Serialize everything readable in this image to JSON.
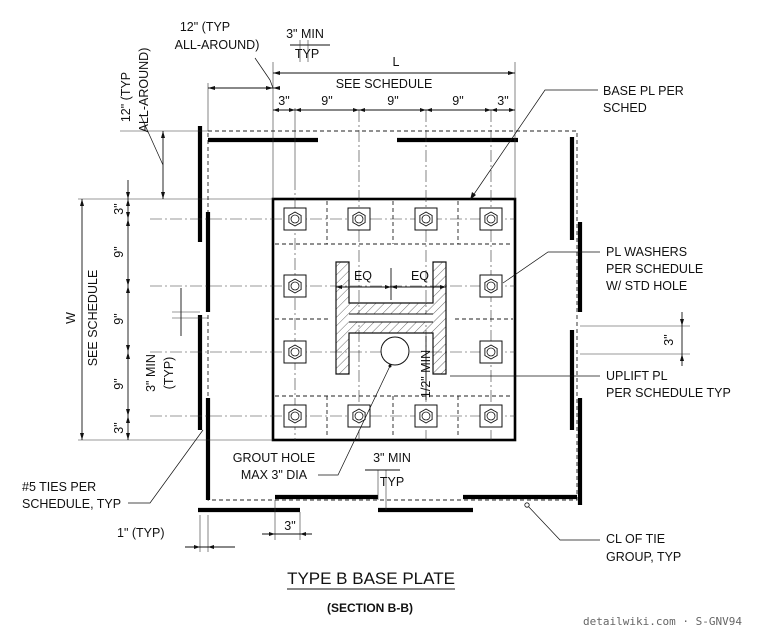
{
  "labels": {
    "typ_all_around_top": [
      "12\" (TYP",
      "ALL-AROUND)"
    ],
    "min_top": [
      "3\" MIN",
      "TYP"
    ],
    "dim_l": "L",
    "see_schedule_top": "SEE SCHEDULE",
    "spacing_top": [
      "3\"",
      "9\"",
      "9\"",
      "9\"",
      "3\""
    ],
    "typ_all_around_left": [
      "12\" (TYP",
      "ALL-AROUND)"
    ],
    "dim_w": "W",
    "see_schedule_left": "SEE SCHEDULE",
    "spacing_left": [
      "3\"",
      "9\"",
      "9\"",
      "9\"",
      "3\""
    ],
    "min_left": [
      "3\" MIN",
      "(TYP)"
    ],
    "eq_left": "EQ",
    "eq_right": "EQ",
    "half_min": "1/2\" MIN",
    "grout_hole": [
      "GROUT HOLE",
      "MAX 3\" DIA"
    ],
    "min_bottom": [
      "3\" MIN",
      "TYP"
    ],
    "ties": [
      "#5 TIES PER",
      "SCHEDULE, TYP"
    ],
    "one_typ": "1\" (TYP)",
    "three_bottom": "3\"",
    "base_pl": [
      "BASE PL PER",
      "SCHED"
    ],
    "pl_washers": [
      "PL WASHERS",
      "PER SCHEDULE",
      "W/ STD HOLE"
    ],
    "three_right": "3\"",
    "uplift_pl": [
      "UPLIFT PL",
      "PER SCHEDULE TYP"
    ],
    "cl_tie": [
      "CL OF TIE",
      "GROUP, TYP"
    ]
  },
  "title": "TYPE B BASE PLATE",
  "subtitle": "(SECTION B-B)",
  "watermark": "detailwiki.com · S-GNV94"
}
